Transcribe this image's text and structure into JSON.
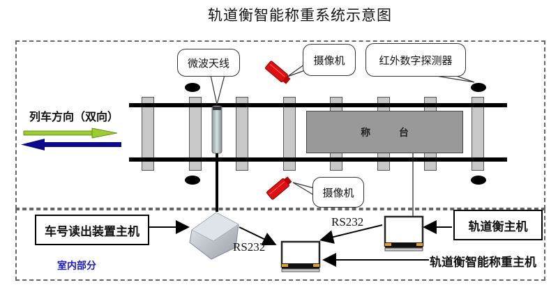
{
  "title": "轨道衡智能称重系统示意图",
  "direction": {
    "label": "列车方向（双向）",
    "forward_arrow_color": "#9acd32",
    "backward_arrow_color": "#0a0a8a"
  },
  "track": {
    "platform_label": "称 台",
    "rail_color": "#000000",
    "sleeper_color": "#c8c8c8",
    "platform_color": "#999999"
  },
  "callouts": {
    "antenna": "微波天线",
    "camera_top": "摄像机",
    "camera_bottom": "摄像机",
    "ir_detector": "红外数字探测器"
  },
  "indoor": {
    "section_label": "室内部分",
    "section_label_color": "#1a1acc",
    "reader_host": "车号读出装置主机",
    "scale_host": "轨道衡主机",
    "smart_host": "轨道衡智能称重主机",
    "rs232_left": "RS232",
    "rs232_right": "RS232"
  },
  "icons": {
    "camera_color": "#dd1111",
    "laptop_accent": "#e8a317"
  }
}
